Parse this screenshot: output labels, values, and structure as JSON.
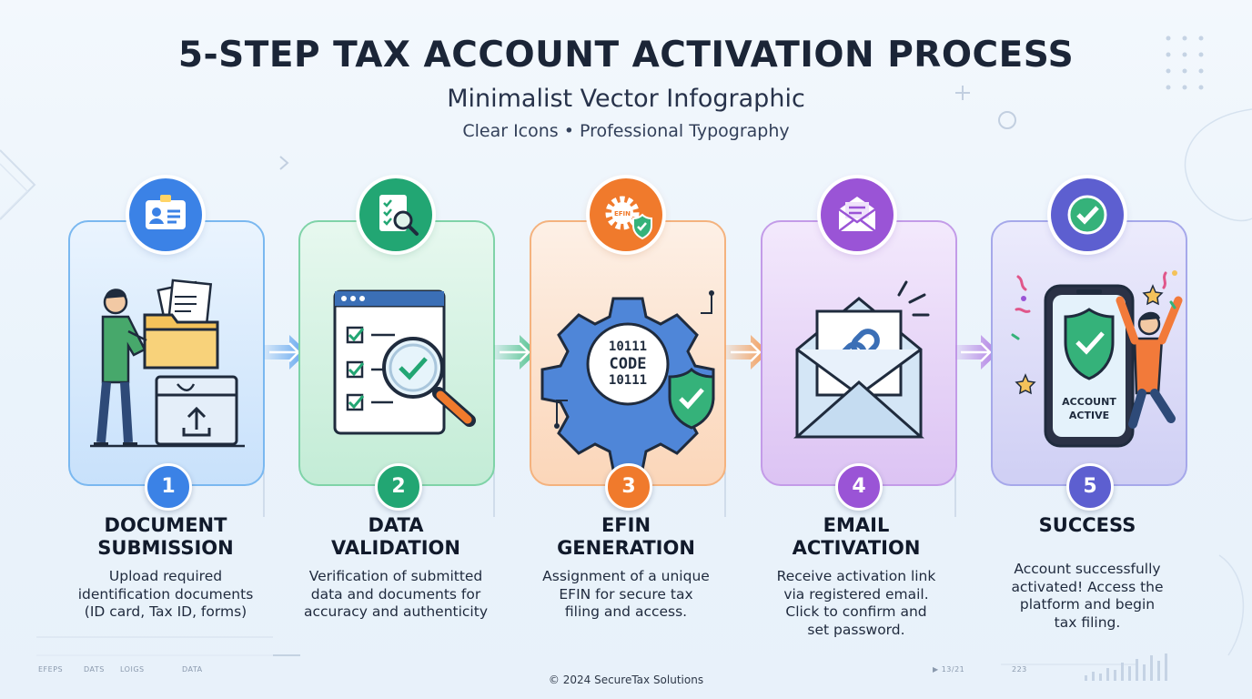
{
  "header": {
    "title": "5-STEP TAX ACCOUNT ACTIVATION PROCESS",
    "subtitle": "Minimalist Vector Infographic",
    "tagline": "Clear Icons • Professional Typography"
  },
  "steps": [
    {
      "number": "1",
      "title_line1": "DOCUMENT",
      "title_line2": "SUBMISSION",
      "desc": [
        "Upload required",
        "identification documents",
        "(ID card, Tax ID, forms)"
      ],
      "color": "#3b82e6",
      "icon": "id-card-icon"
    },
    {
      "number": "2",
      "title_line1": "DATA",
      "title_line2": "VALIDATION",
      "desc": [
        "Verification of submitted",
        "data and documents for",
        "accuracy and authenticity"
      ],
      "color": "#22a673",
      "icon": "checklist-magnifier-icon"
    },
    {
      "number": "3",
      "title_line1": "EFIN",
      "title_line2": "GENERATION",
      "desc": [
        "Assignment of a unique",
        "EFIN for secure tax",
        "filing and access."
      ],
      "color": "#f07a2c",
      "icon": "gear-shield-icon",
      "art": {
        "code_line1": "10111",
        "code_word": "CODE",
        "code_line2": "10111",
        "badge_text": "EFIN"
      }
    },
    {
      "number": "4",
      "title_line1": "EMAIL",
      "title_line2": "ACTIVATION",
      "desc": [
        "Receive activation link",
        "via registered email.",
        "Click to confirm and",
        "set password."
      ],
      "color": "#9a54d6",
      "icon": "envelope-icon"
    },
    {
      "number": "5",
      "title_line1": "SUCCESS",
      "title_line2": "",
      "desc": [
        "Account successfully",
        "activated! Access the",
        "platform and begin",
        "tax filing."
      ],
      "color": "#5d5fd0",
      "icon": "check-badge-icon",
      "art": {
        "phone_line1": "ACCOUNT",
        "phone_line2": "ACTIVE"
      }
    }
  ],
  "decor": {
    "labels": [
      "EFEPS",
      "DATS",
      "LOIGS",
      "DATA"
    ],
    "right_labels": [
      "▶ 13/21",
      "223"
    ]
  },
  "footer": {
    "text": "© 2024 SecureTax Solutions"
  },
  "colors": {
    "title": "#1b2537",
    "text": "#1f2a3d",
    "background": "#eef5fb"
  }
}
